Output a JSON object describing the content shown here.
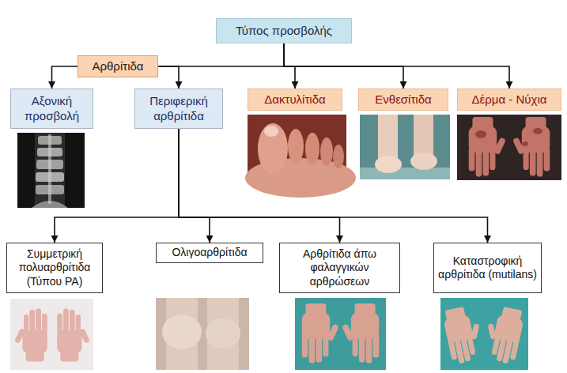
{
  "diagram": {
    "nodes": [
      {
        "text": [
          "Τύπος προσβολής"
        ]
      },
      {
        "text": [
          "Αρθρίτιδα"
        ]
      },
      {
        "text": [
          "Αξονική προσβολή"
        ]
      },
      {
        "text": [
          "Περιφερική αρθρίτιδα"
        ]
      },
      {
        "text": [
          "Δακτυλίτιδα"
        ]
      },
      {
        "text": [
          "Ενθεσίτιδα"
        ]
      },
      {
        "text": [
          "Δέρμα - Νύχια"
        ]
      },
      {
        "text": [
          "Συμμετρική πολυαρθρίτιδα (Τύπου ΡΑ)"
        ]
      },
      {
        "text": [
          "Ολιγοαρθρίτιδα"
        ]
      },
      {
        "text": [
          "Αρθρίτιδα άπω φαλαγγικών αρθρώσεων"
        ]
      },
      {
        "text": [
          "Καταστροφική αρθρίτιδα (mutilans)"
        ]
      }
    ],
    "edges": [
      {
        "from": 0,
        "to": 1,
        "arrow": "none"
      },
      {
        "from": 1,
        "to": 2,
        "arrow": "to"
      },
      {
        "from": 1,
        "to": 3,
        "arrow": "to"
      },
      {
        "from": 0,
        "to": 4,
        "arrow": "to"
      },
      {
        "from": 0,
        "to": 5,
        "arrow": "to"
      },
      {
        "from": 0,
        "to": 6,
        "arrow": "to"
      },
      {
        "from": 3,
        "to": 7,
        "arrow": "to"
      },
      {
        "from": 3,
        "to": 8,
        "arrow": "to"
      },
      {
        "from": 3,
        "to": 9,
        "arrow": "to"
      },
      {
        "from": 3,
        "to": 10,
        "arrow": "to"
      }
    ]
  }
}
